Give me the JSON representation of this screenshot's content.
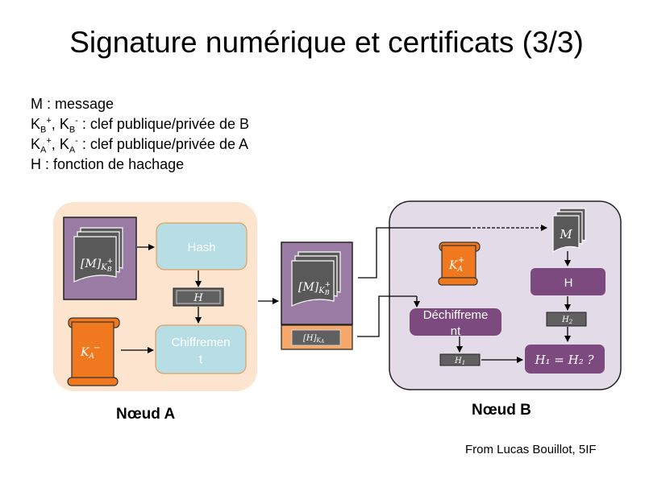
{
  "title": "Signature numérique et certificats (3/3)",
  "legend": {
    "m_line": "M : message",
    "kb_plus": "K",
    "kb_sub": "B",
    "kb_sup_plus": "+",
    "kb_minus": "K",
    "kb_sub2": "B",
    "kb_sup_minus": "-",
    "kb_desc": " : clef publique/privée de B",
    "ka_plus": "K",
    "ka_sub": "A",
    "ka_sup_plus": "+",
    "ka_minus": "K",
    "ka_sub2": "A",
    "ka_sup_minus": "-",
    "ka_desc": " : clef publique/privée de A",
    "h_line": "H : fonction de hachage"
  },
  "node_a": {
    "label": "Nœud A",
    "doc_label": "[M]",
    "doc_sub": "K",
    "doc_sub2": "B",
    "doc_sup": "+",
    "hash_box": "Hash",
    "h_label": "H",
    "key_label": "K",
    "key_sub": "A",
    "key_sup": "−",
    "cipher_box_line1": "Chiffremen",
    "cipher_box_line2": "t"
  },
  "message": {
    "doc_label": "[M]",
    "doc_sub": "K",
    "doc_sub2": "B",
    "doc_sup": "+",
    "sig_label": "[H]",
    "sig_sub": "K",
    "sig_sub2": "A",
    "sig_sup": "−"
  },
  "node_b": {
    "label": "Nœud B",
    "doc_label": "M",
    "h_box": "H",
    "key_label": "K",
    "key_sub": "A",
    "key_sup": "+",
    "decipher_line1": "Déchiffreme",
    "decipher_line2": "nt",
    "h1_label": "H",
    "h1_sub": "1",
    "h2_label": "H",
    "h2_sub": "2",
    "compare_text": "H₁ = H₂ ?"
  },
  "credit": "From Lucas Bouillot, 5IF",
  "colors": {
    "node_a_bg": "#fce4cf",
    "node_b_bg": "#e3dbe8",
    "doc_panel": "#9a7ba3",
    "doc_page": "#595959",
    "hash_box": "#b7dde5",
    "h_bar": "#606060",
    "key_orange": "#f0781e",
    "purple_box": "#7c4a7e",
    "sig_panel": "#f5a86a"
  }
}
